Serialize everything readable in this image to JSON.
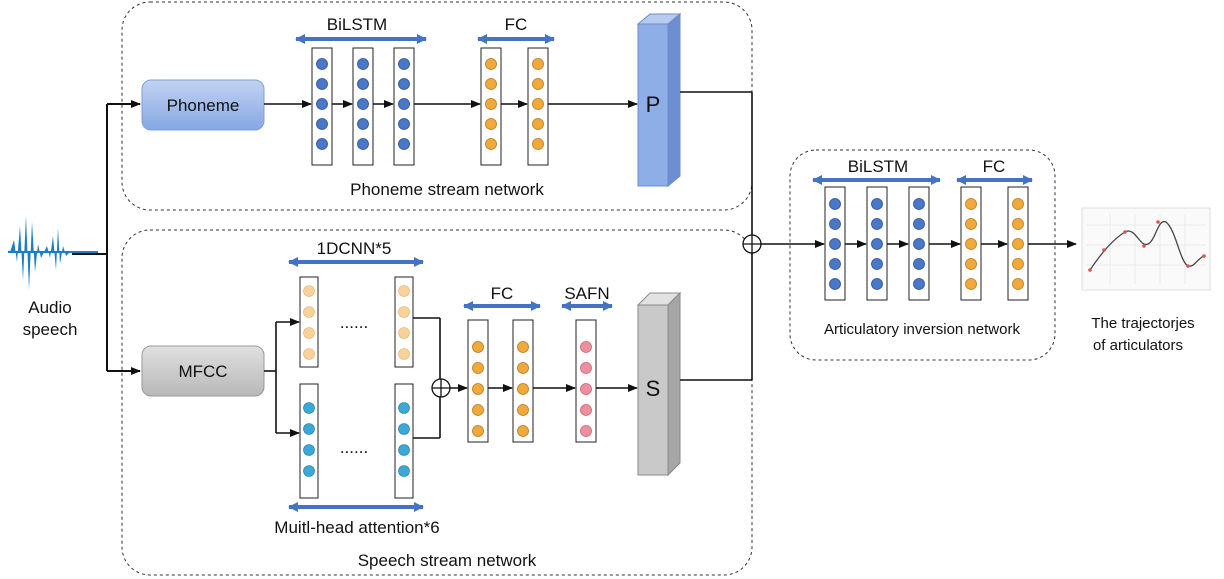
{
  "input": {
    "label_line1": "Audio",
    "label_line2": "speech"
  },
  "phoneme_stream": {
    "network_label": "Phoneme stream network",
    "input_box": "Phoneme",
    "bilstm_label": "BiLSTM",
    "fc_label": "FC",
    "output_block": "P"
  },
  "speech_stream": {
    "network_label": "Speech stream network",
    "input_box": "MFCC",
    "cnn_label": "1DCNN*5",
    "attention_label": "Muitl-head attention*6",
    "ellipsis": "......",
    "fc_label": "FC",
    "safn_label": "SAFN",
    "output_block": "S"
  },
  "inversion": {
    "network_label": "Articulatory inversion network",
    "bilstm_label": "BiLSTM",
    "fc_label": "FC"
  },
  "output": {
    "label_line1": "The trajectorjes",
    "label_line2": "of articulators"
  },
  "colors": {
    "blue_node": "#4a78c8",
    "orange_node": "#f2a93b",
    "light_orange_node": "#f8d29a",
    "cyan_node": "#3ba8d6",
    "pink_node": "#ee8fa0",
    "phoneme_box": "#9db8ea",
    "mfcc_box": "#c8c8c8",
    "p_block": "#8eaee8",
    "s_block": "#c9c9c9",
    "double_arrow": "#4472c4",
    "waveform": "#1f7dc6"
  }
}
